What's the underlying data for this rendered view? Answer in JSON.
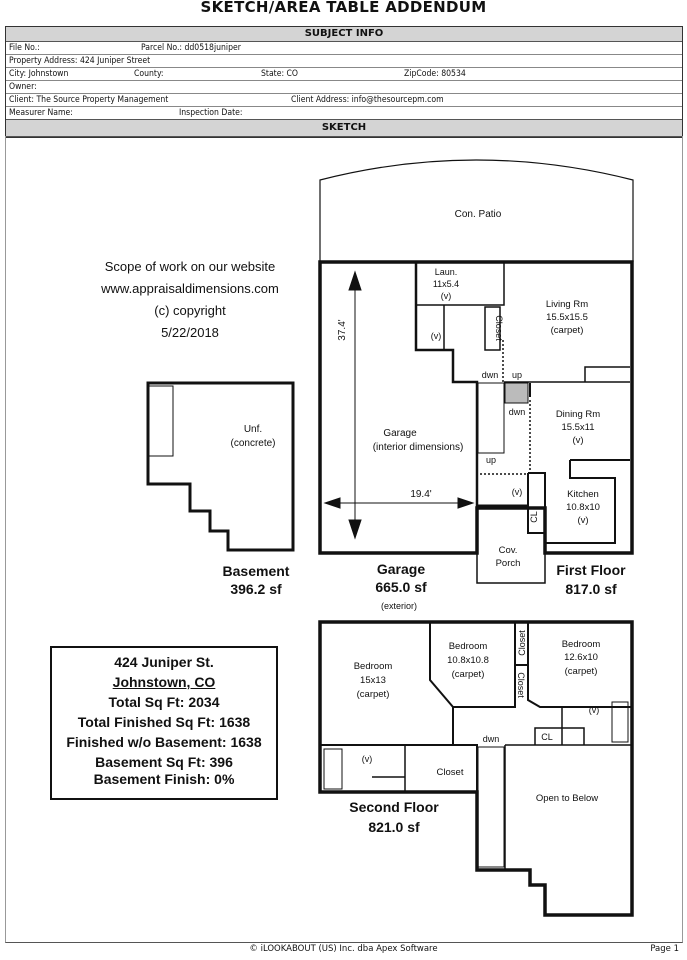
{
  "title": "SKETCH/AREA TABLE ADDENDUM",
  "subject_info": {
    "header": "SUBJECT INFO",
    "file_no": "File No.:",
    "parcel_no": "Parcel No.: dd0518juniper",
    "property_address": "Property Address: 424 Juniper Street",
    "city": "City: Johnstown",
    "county": "County:",
    "state": "State: CO",
    "zipcode": "ZipCode: 80534",
    "owner": "Owner:",
    "client": "Client: The Source Property Management",
    "client_address": "Client Address: info@thesourcepm.com",
    "measurer": "Measurer Name:",
    "inspection_date": "Inspection Date:"
  },
  "sketch": {
    "header": "SKETCH",
    "scope": [
      "Scope of work on our website",
      "www.appraisaldimensions.com",
      "(c) copyright",
      "5/22/2018"
    ],
    "patio": "Con. Patio",
    "basement": {
      "room": "Unf.",
      "room_note": "(concrete)",
      "label": "Basement",
      "area": "396.2 sf"
    },
    "garage": {
      "room": "Garage",
      "room_note": "(interior dimensions)",
      "dim_v": "37.4'",
      "dim_h": "19.4'",
      "label": "Garage",
      "area": "665.0 sf",
      "note": "(exterior)"
    },
    "first_floor": {
      "label": "First Floor",
      "area": "817.0 sf",
      "laundry": [
        "Laun.",
        "11x5.4",
        "(v)"
      ],
      "bath": "(v)",
      "closet": "Closet",
      "living": [
        "Living Rm",
        "15.5x15.5",
        "(carpet)"
      ],
      "dining": [
        "Dining Rm",
        "15.5x11",
        "(v)"
      ],
      "kitchen": [
        "Kitchen",
        "10.8x10",
        "(v)"
      ],
      "entry": "(v)",
      "cl": "CL",
      "porch": [
        "Cov.",
        "Porch"
      ],
      "dwn1": "dwn",
      "up1": "up",
      "dwn2": "dwn",
      "up2": "up"
    },
    "second_floor": {
      "label": "Second Floor",
      "area": "821.0 sf",
      "bed1": [
        "Bedroom",
        "15x13",
        "(carpet)"
      ],
      "bed2": [
        "Bedroom",
        "10.8x10.8",
        "(carpet)"
      ],
      "bed3": [
        "Bedroom",
        "12.6x10",
        "(carpet)"
      ],
      "closet1": "Closet",
      "closet2": "Closet",
      "closet3": "Closet",
      "bath1": "(v)",
      "bath2": "(v)",
      "cl": "CL",
      "dwn": "dwn",
      "open": "Open to Below"
    },
    "summary": [
      "424 Juniper St.",
      "Johnstown, CO",
      "Total Sq Ft: 2034",
      "Total Finished Sq Ft: 1638",
      "Finished w/o Basement: 1638",
      "Basement Sq Ft: 396",
      "Basement Finish: 0%"
    ]
  },
  "footer": {
    "copyright": "© iLOOKABOUT (US) Inc. dba Apex Software",
    "page": "Page 1"
  }
}
